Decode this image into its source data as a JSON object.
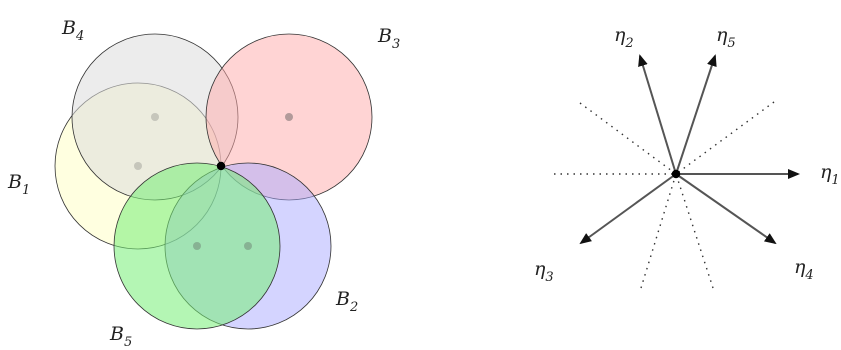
{
  "left_diagram": {
    "balls": [
      {
        "label": "B",
        "index": "1",
        "fill": "#ffffcc"
      },
      {
        "label": "B",
        "index": "2",
        "fill": "#aaaaff"
      },
      {
        "label": "B",
        "index": "3",
        "fill": "#ffaaaa"
      },
      {
        "label": "B",
        "index": "4",
        "fill": "#dddddd"
      },
      {
        "label": "B",
        "index": "5",
        "fill": "#77ee77"
      }
    ]
  },
  "right_diagram": {
    "vectors": [
      {
        "label": "η",
        "index": "1"
      },
      {
        "label": "η",
        "index": "2"
      },
      {
        "label": "η",
        "index": "3"
      },
      {
        "label": "η",
        "index": "4"
      },
      {
        "label": "η",
        "index": "5"
      }
    ]
  },
  "colors": {
    "stroke": "#333333",
    "arrow": "#555555",
    "point": "#000000"
  }
}
